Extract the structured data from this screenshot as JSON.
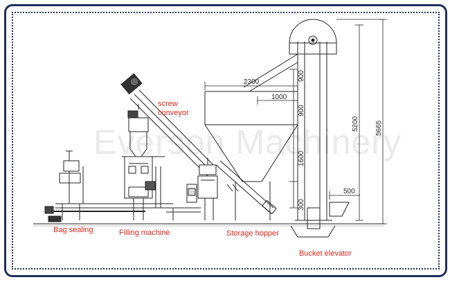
{
  "watermark": "Everson Machinery",
  "labels": {
    "screw_conveyor": "screw\nconveyor",
    "bag_sealing": "Bag sealing",
    "filling_machine": "Filling machine",
    "storage_hopper": "Storage hopper",
    "bucket_elevator": "Bucket elevator"
  },
  "dimensions": {
    "d2300": "2300",
    "d1000": "1000",
    "d900a": "900",
    "d900b": "900",
    "d1600": "1600",
    "d5200": "5200",
    "d5665": "5665",
    "d500": "500",
    "d300": "300"
  },
  "colors": {
    "frame": "#1f2f5a",
    "label": "#e0261b",
    "line": "#222222"
  }
}
